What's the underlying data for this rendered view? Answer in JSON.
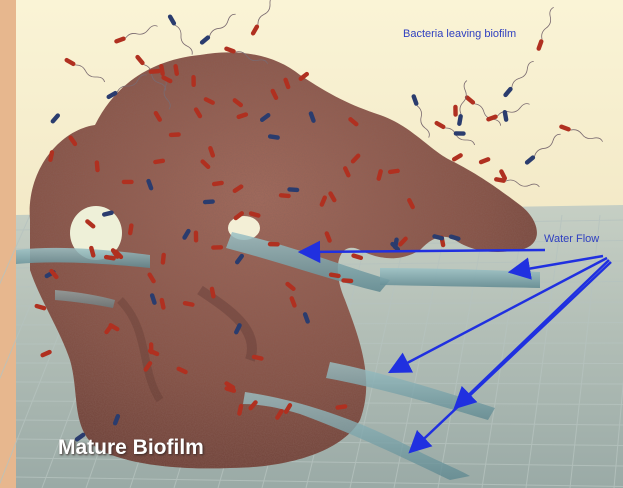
{
  "labels": {
    "bacteria_leaving": "Bacteria leaving biofilm",
    "water_flow": "Water Flow",
    "title": "Mature Biofilm"
  },
  "colors": {
    "background": "#f3e6c4",
    "biofilm": "#8d5a52",
    "label_text": "#2f3fc0",
    "arrow": "#2030e0",
    "water_channel": "#7fa8b0",
    "bacteria_red": "#b03020",
    "bacteria_blue": "#2a3c6e",
    "grid": "#a9b7b4"
  },
  "icons": {
    "flow": "arrow-icon"
  }
}
